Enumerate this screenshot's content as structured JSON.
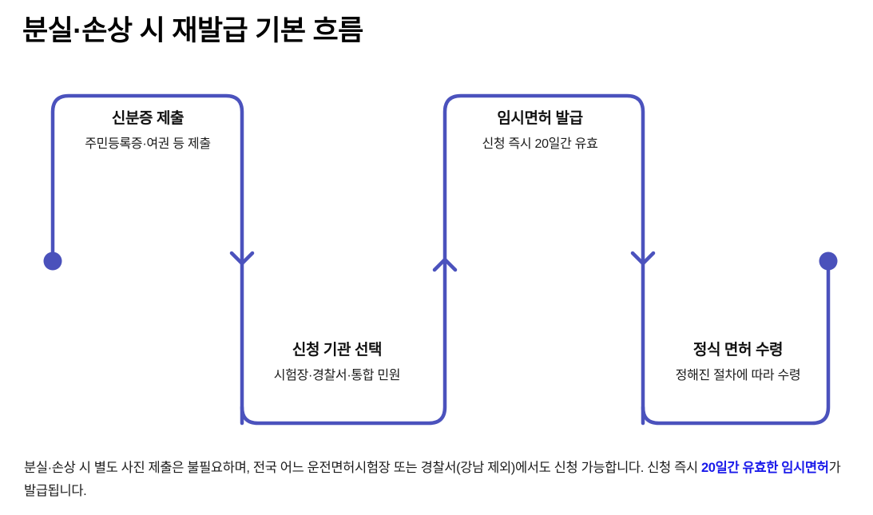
{
  "page": {
    "title": "분실·손상 시 재발급 기본 흐름"
  },
  "theme": {
    "line_color": "#4b52bd",
    "dot_color": "#4a51bb",
    "title_color": "#000000",
    "body_color": "#1b1b1b",
    "highlight_color": "#1919ea",
    "background": "#ffffff"
  },
  "flow": {
    "type": "snake-flow",
    "start_marker": "start-dot",
    "end_marker": "end-dot",
    "arrow_directions": [
      "down",
      "up",
      "down"
    ],
    "steps": [
      {
        "index": 1,
        "title": "신분증 제출",
        "desc": "주민등록증·여권 등 제출"
      },
      {
        "index": 2,
        "title": "신청 기관 선택",
        "desc": "시험장·경찰서·통합 민원"
      },
      {
        "index": 3,
        "title": "임시면허 발급",
        "desc": "신청 즉시 20일간 유효"
      },
      {
        "index": 4,
        "title": "정식 면허 수령",
        "desc": "정해진 절차에 따라 수령"
      }
    ]
  },
  "footer": {
    "part1": "분실·손상 시 별도 사진 제출은 불필요하며, 전국 어느 운전면허시험장 또는 경찰서(강남 제외)에서도 신청 가능합니다. 신청 즉시 ",
    "highlight": "20일간 유효한 임시면허",
    "part2": "가 발급됩니다."
  }
}
